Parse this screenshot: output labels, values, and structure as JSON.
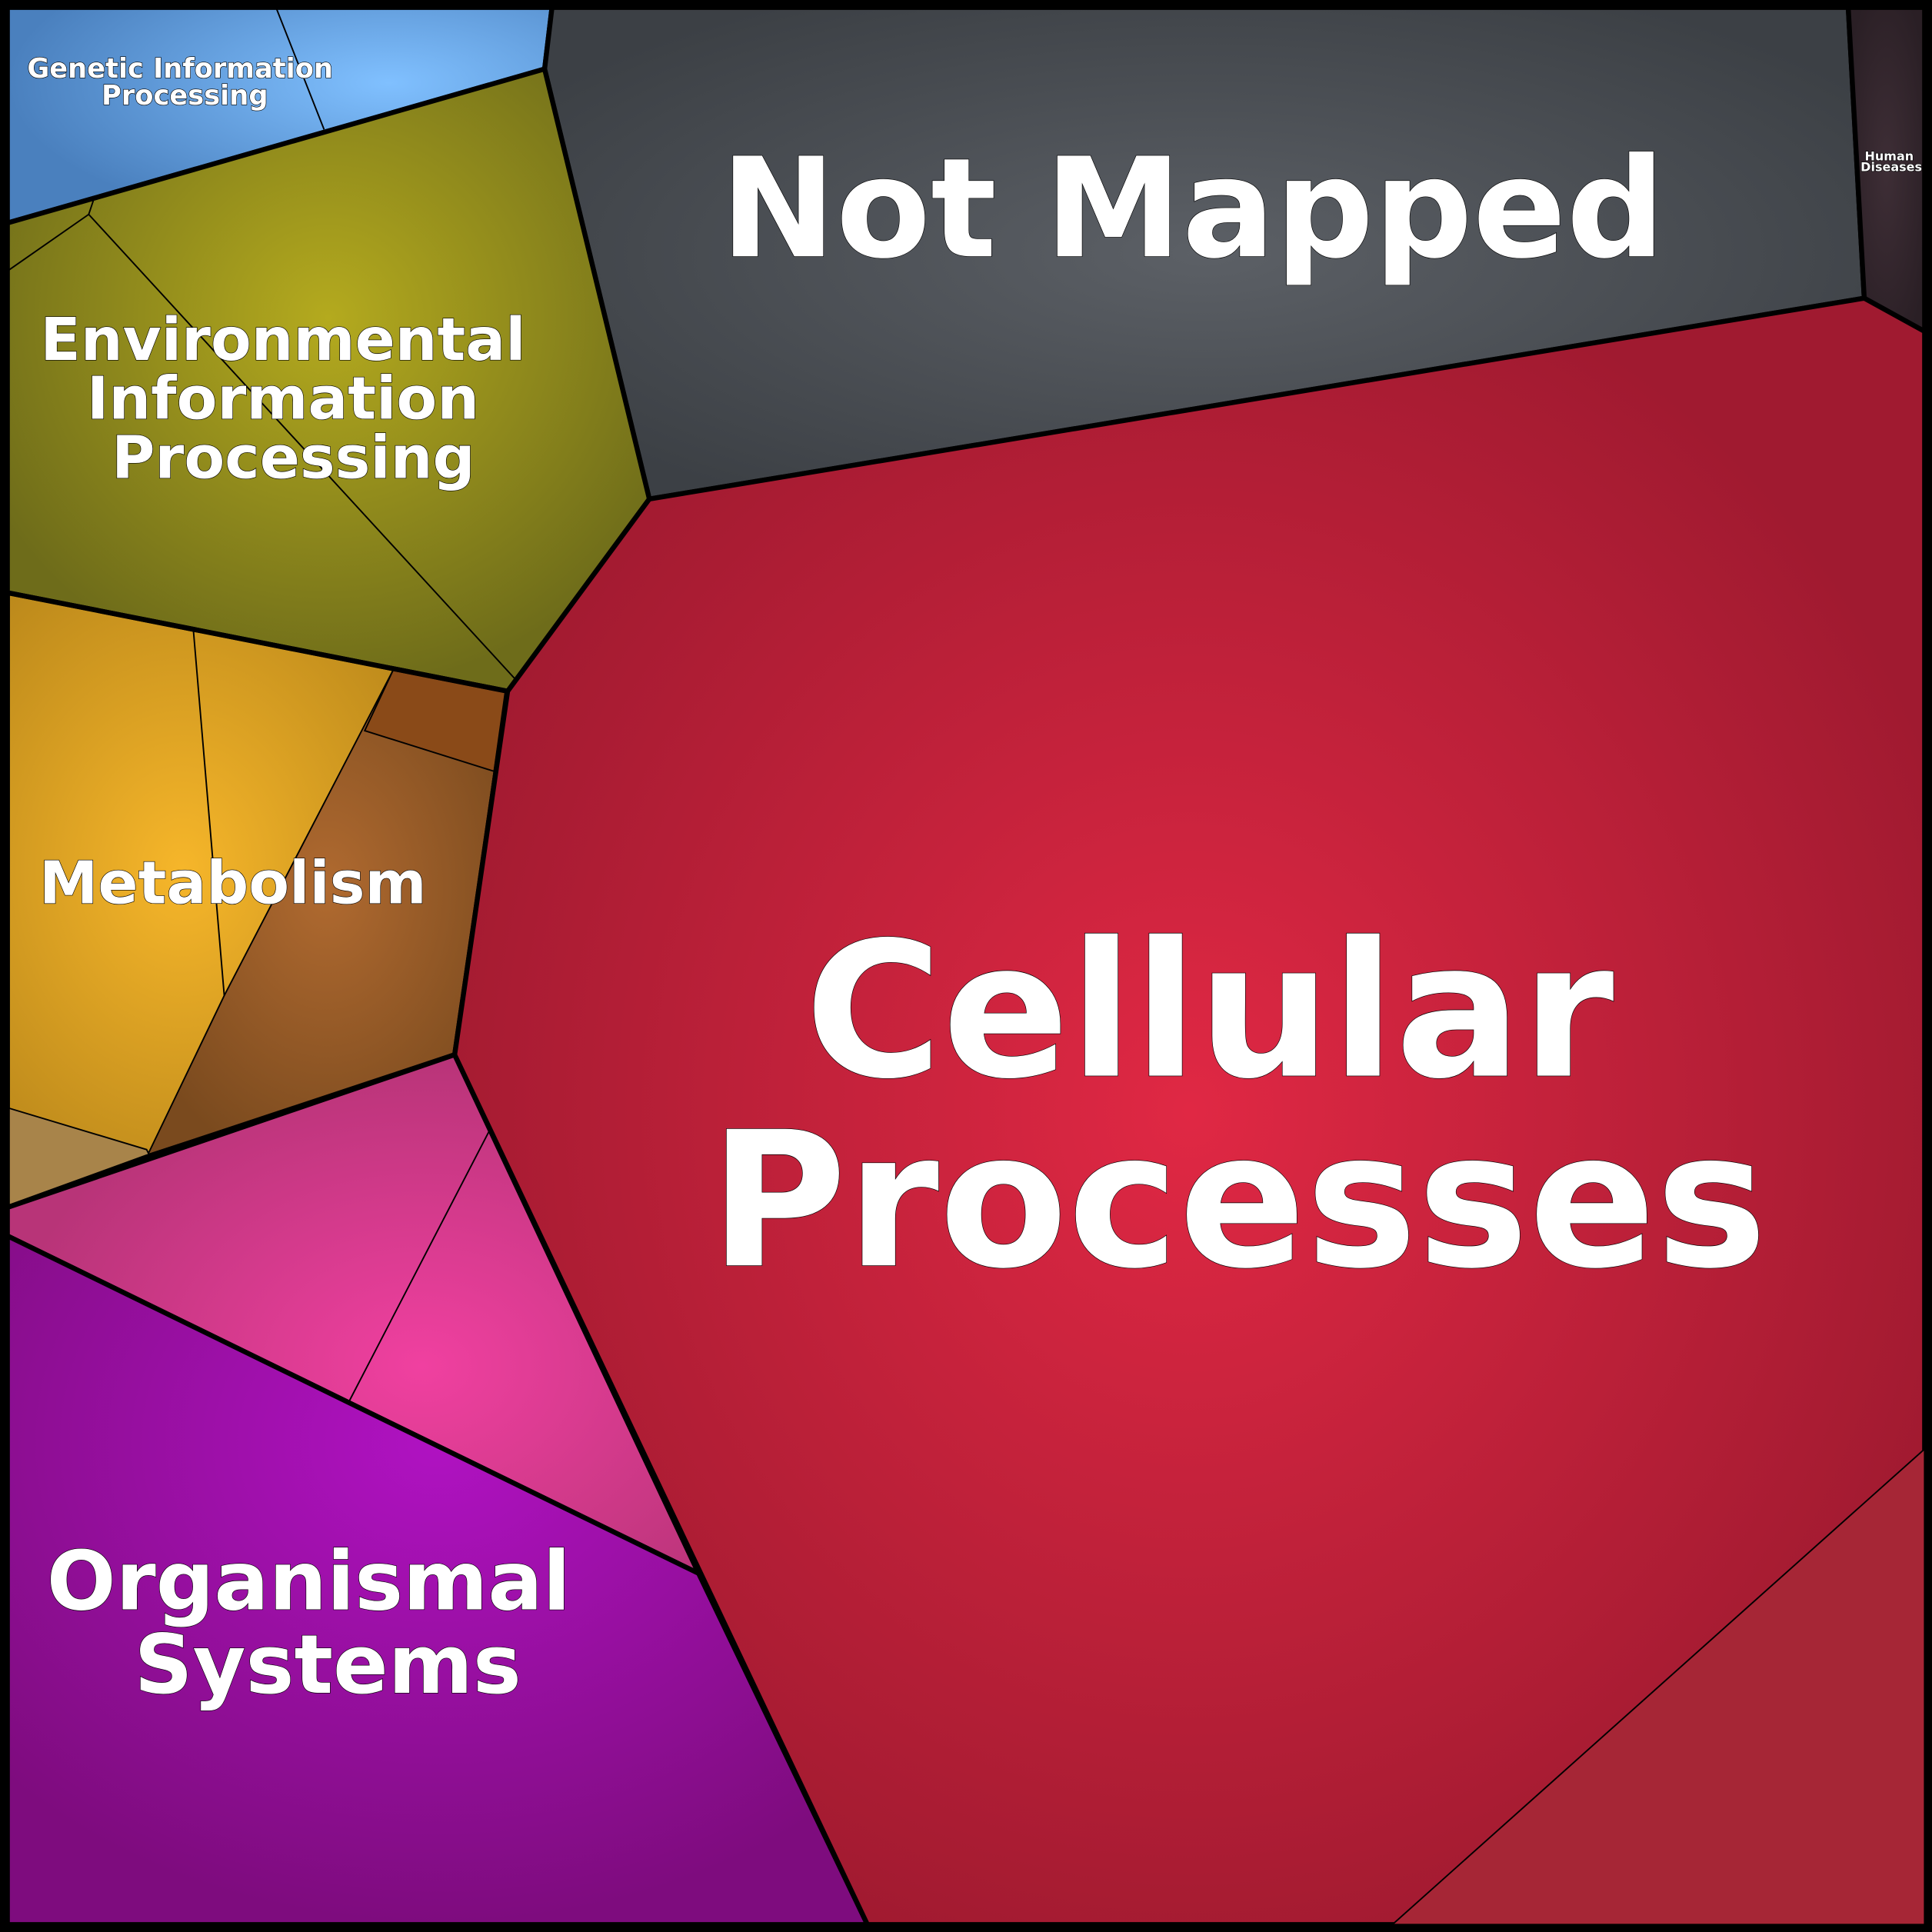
{
  "chart_data": {
    "type": "voronoi-treemap",
    "title": "",
    "categories": [
      {
        "id": "genetic",
        "label_lines": [
          "Genetic Information",
          "Processing"
        ],
        "color": "#4a80be",
        "highlight": "#80c0ff"
      },
      {
        "id": "not_mapped",
        "label_lines": [
          "Not Mapped"
        ],
        "color": "#3c4045",
        "highlight": "#5c6066"
      },
      {
        "id": "human",
        "label_lines": [
          "Human",
          "Diseases"
        ],
        "color": "#2a1f25",
        "highlight": "#3e2e36"
      },
      {
        "id": "env",
        "label_lines": [
          "Environmental",
          "Information",
          "Processing"
        ],
        "color": "#76761a",
        "highlight": "#b4aa1e"
      },
      {
        "id": "metabolism",
        "label_lines": [
          "Metabolism"
        ],
        "color": "#b8861a",
        "highlight": "#f6b62a"
      },
      {
        "id": "organismal",
        "label_lines": [
          "Organismal",
          "Systems"
        ],
        "color": "#7e0c7e",
        "highlight": "#b012c2"
      },
      {
        "id": "cellular",
        "label_lines": [
          "Cellular",
          "Processes"
        ],
        "color": "#a01a30",
        "highlight": "#e02844"
      }
    ]
  }
}
